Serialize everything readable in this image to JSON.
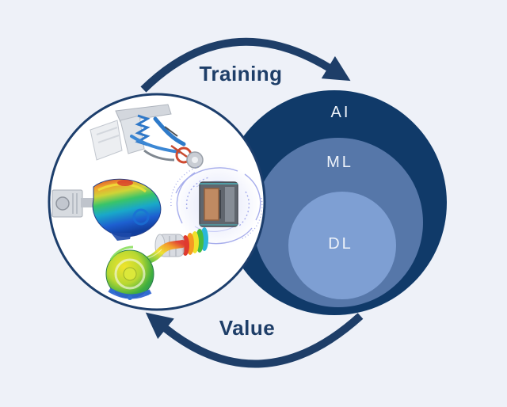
{
  "cycle": {
    "training_label": "Training",
    "value_label": "Value"
  },
  "venn": {
    "ai_label": "AI",
    "ml_label": "ML",
    "dl_label": "DL"
  },
  "colors": {
    "background": "#eef1f8",
    "navy": "#103a69",
    "arrow_navy": "#1e3e68",
    "circle_border_navy": "#1c3e6c",
    "ml_blue": "#5677a9",
    "dl_blue": "#7e9fd3",
    "simulation_circle_fill": "#ffffff",
    "em_field_blue": "#6f7ae0"
  },
  "simulation_images": [
    {
      "name": "suspension-rig-simulation"
    },
    {
      "name": "powertrain-thermal-simulation"
    },
    {
      "name": "transformer-electromagnetic-simulation"
    },
    {
      "name": "turbomachinery-flow-simulation"
    }
  ]
}
